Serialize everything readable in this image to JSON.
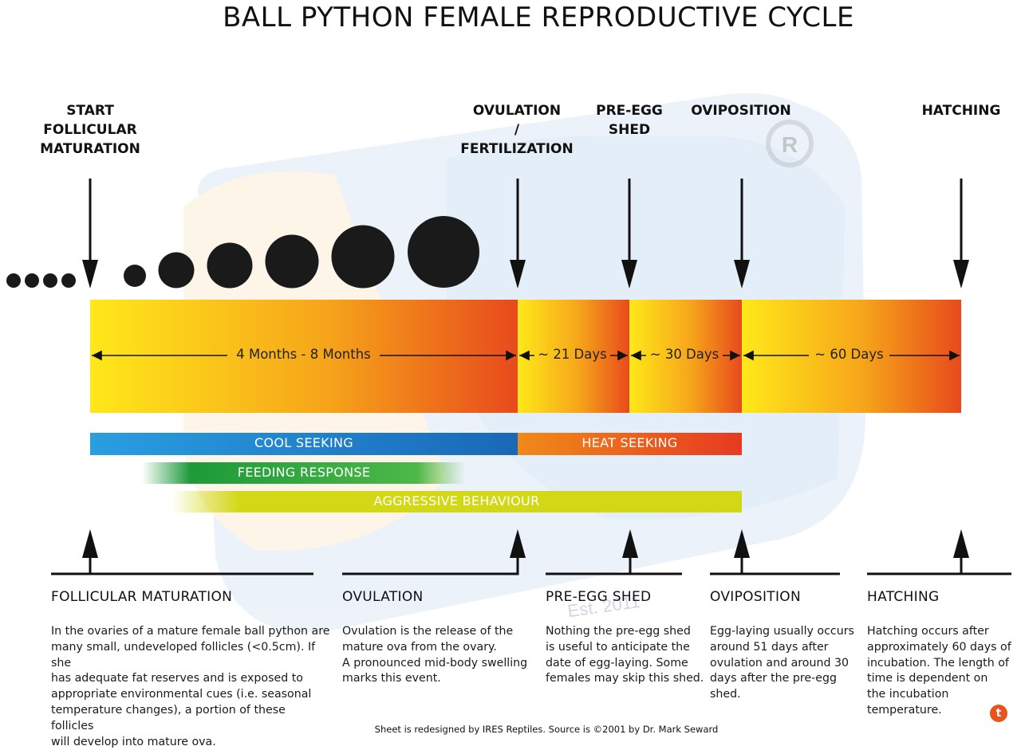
{
  "title": "BALL PYTHON FEMALE REPRODUCTIVE CYCLE",
  "events": [
    {
      "id": "start",
      "lines": [
        "START",
        "FOLLICULAR",
        "MATURATION"
      ]
    },
    {
      "id": "ovulation",
      "lines": [
        "OVULATION",
        "/",
        "FERTILIZATION"
      ]
    },
    {
      "id": "pre-egg-shed",
      "lines": [
        "PRE-EGG",
        "SHED"
      ]
    },
    {
      "id": "oviposition",
      "lines": [
        "OVIPOSITION"
      ]
    },
    {
      "id": "hatching",
      "lines": [
        "HATCHING"
      ]
    }
  ],
  "phases": [
    {
      "label": "4 Months - 8 Months"
    },
    {
      "label": "~ 21 Days"
    },
    {
      "label": "~ 30 Days"
    },
    {
      "label": "~ 60 Days"
    }
  ],
  "behaviours": [
    {
      "label": "COOL SEEKING",
      "color": "#1f7fcf"
    },
    {
      "label": "HEAT SEEKING",
      "color": "#e8541c"
    },
    {
      "label": "FEEDING RESPONSE",
      "color": "#1e9a3a"
    },
    {
      "label": "AGGRESSIVE BEHAVIOUR",
      "color": "#d2d816"
    }
  ],
  "follicles": {
    "small_dots": 4,
    "growing_sizes_relative": [
      0.31,
      0.5,
      0.63,
      0.74,
      0.87,
      1.0
    ]
  },
  "sections": [
    {
      "heading": "FOLLICULAR MATURATION",
      "lines": [
        "In the ovaries of a mature female ball python are",
        "many small, undeveloped follicles (<0.5cm). If she",
        "has adequate fat reserves and is exposed to",
        "appropriate environmental cues (i.e. seasonal",
        "temperature changes), a portion of these follicles",
        "will develop into mature ova."
      ]
    },
    {
      "heading": "OVULATION",
      "lines": [
        "Ovulation is the release of the",
        "mature ova from the ovary.",
        "A pronounced mid-body swelling",
        "marks this event."
      ]
    },
    {
      "heading": "PRE-EGG SHED",
      "lines": [
        "Nothing the pre-egg shed",
        "is useful to anticipate the",
        "date of egg-laying. Some",
        "females may skip this shed."
      ]
    },
    {
      "heading": "OVIPOSITION",
      "lines": [
        "Egg-laying usually occurs",
        "around 51 days after",
        "ovulation and around 30",
        "days after the pre-egg",
        "shed."
      ]
    },
    {
      "heading": "HATCHING",
      "lines": [
        "Hatching occurs after",
        "approximately 60 days of",
        "incubation. The length of",
        "time is dependent on",
        "the incubation temperature."
      ]
    }
  ],
  "watermark": {
    "registered_mark": "R",
    "est_text": "Est. 2011"
  },
  "footer": "Sheet is redesigned by IRES Reptiles. Source is ©2001 by Dr. Mark Seward",
  "badge_letter": "t",
  "colors": {
    "gradient_start": "#ffe81a",
    "gradient_mid": "#f6a51a",
    "gradient_end": "#e84a1c",
    "follicle": "#1a1a1a",
    "arrow": "#111111"
  }
}
